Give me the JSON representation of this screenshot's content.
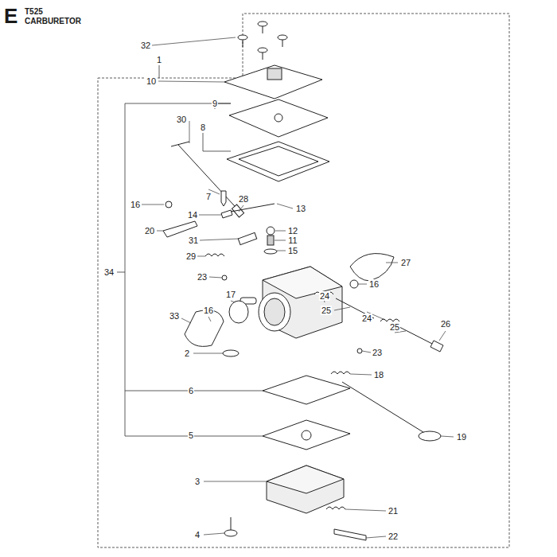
{
  "diagram": {
    "labels": [
      "E",
      "T525",
      "CARBURETOR",
      "32",
      "1",
      "10",
      "9",
      "8",
      "30",
      "7",
      "28",
      "13",
      "14",
      "16",
      "20",
      "12",
      "11",
      "31",
      "29",
      "15",
      "27",
      "34",
      "23",
      "16",
      "17",
      "24",
      "25",
      "24",
      "25",
      "26",
      "16",
      "33",
      "23",
      "2",
      "18",
      "6",
      "5",
      "19",
      "3",
      "21",
      "4",
      "22"
    ]
  }
}
